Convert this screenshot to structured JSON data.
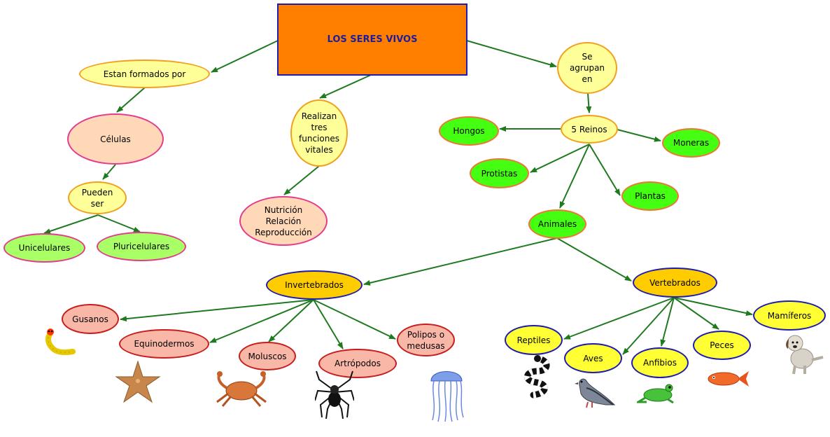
{
  "colors": {
    "edge": "#1f7a1f",
    "title_bg": "#ff7f00",
    "title_text": "#1d1d9c"
  },
  "nodes": {
    "title": "LOS SERES VIVOS",
    "estan": "Estan formados por",
    "celulas": "Células",
    "pueden": "Pueden\nser",
    "unicelulares": "Unicelulares",
    "pluricelulares": "Pluricelulares",
    "realizan": "Realizan\ntres\nfunciones\nvitales",
    "nutricion": "Nutrición\nRelación\nReproducción",
    "agrupan": "Se\nagrupan\nen",
    "reinos": "5 Reinos",
    "hongos": "Hongos",
    "moneras": "Moneras",
    "protistas": "Protistas",
    "plantas": "Plantas",
    "animales": "Animales",
    "invertebrados": "Invertebrados",
    "vertebrados": "Vertebrados",
    "gusanos": "Gusanos",
    "equinodermos": "Equinodermos",
    "moluscos": "Moluscos",
    "artropodos": "Artrópodos",
    "polipos": "Polipos o\nmedusas",
    "reptiles": "Reptiles",
    "aves": "Aves",
    "anfibios": "Anfibios",
    "peces": "Peces",
    "mamiferos": "Mamíferos"
  },
  "images": [
    "worm-image",
    "starfish-image",
    "crab-image",
    "spider-image",
    "jellyfish-image",
    "snake-image",
    "pigeon-image",
    "frog-image",
    "fish-image",
    "dog-image"
  ]
}
